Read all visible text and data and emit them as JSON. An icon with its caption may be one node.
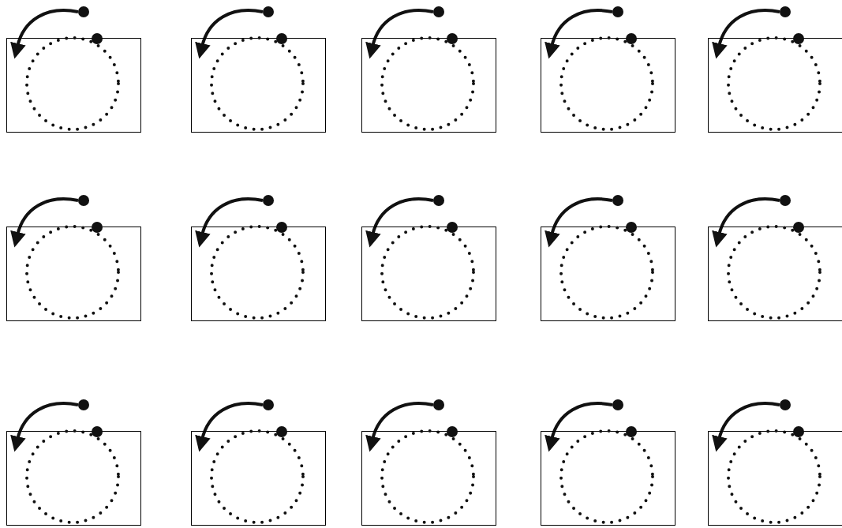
{
  "diagram": {
    "nodes": [
      {
        "text": [],
        "shape": "box"
      },
      {
        "text": [],
        "shape": "circle",
        "in": 0
      },
      {
        "text": [],
        "shape": "circle"
      },
      {
        "text": [],
        "shape": "box"
      },
      {
        "text": [],
        "shape": "circle",
        "in": 3
      },
      {
        "text": [],
        "shape": "circle"
      },
      {
        "text": [],
        "shape": "box"
      },
      {
        "text": [],
        "shape": "circle",
        "in": 6
      },
      {
        "text": [],
        "shape": "circle"
      },
      {
        "text": [],
        "shape": "box"
      },
      {
        "text": [],
        "shape": "circle",
        "in": 9
      },
      {
        "text": [],
        "shape": "circle"
      },
      {
        "text": [],
        "shape": "box"
      },
      {
        "text": [],
        "shape": "circle",
        "in": 12
      },
      {
        "text": [],
        "shape": "circle"
      },
      {
        "text": [],
        "shape": "box"
      },
      {
        "text": [],
        "shape": "circle",
        "in": 15
      },
      {
        "text": [],
        "shape": "circle"
      },
      {
        "text": [],
        "shape": "box"
      },
      {
        "text": [],
        "shape": "circle",
        "in": 18
      },
      {
        "text": [],
        "shape": "circle"
      },
      {
        "text": [],
        "shape": "box"
      },
      {
        "text": [],
        "shape": "circle",
        "in": 21
      },
      {
        "text": [],
        "shape": "circle"
      },
      {
        "text": [],
        "shape": "box"
      },
      {
        "text": [],
        "shape": "circle",
        "in": 24
      },
      {
        "text": [],
        "shape": "circle"
      },
      {
        "text": [],
        "shape": "box"
      },
      {
        "text": [],
        "shape": "circle",
        "in": 27
      },
      {
        "text": [],
        "shape": "circle"
      },
      {
        "text": [],
        "shape": "box"
      },
      {
        "text": [],
        "shape": "circle",
        "in": 30
      },
      {
        "text": [],
        "shape": "circle"
      },
      {
        "text": [],
        "shape": "box"
      },
      {
        "text": [],
        "shape": "circle",
        "in": 33
      },
      {
        "text": [],
        "shape": "circle"
      },
      {
        "text": [],
        "shape": "box"
      },
      {
        "text": [],
        "shape": "circle",
        "in": 36
      },
      {
        "text": [],
        "shape": "circle"
      },
      {
        "text": [],
        "shape": "box"
      },
      {
        "text": [],
        "shape": "circle",
        "in": 39
      },
      {
        "text": [],
        "shape": "circle"
      },
      {
        "text": [],
        "shape": "box"
      },
      {
        "text": [],
        "shape": "circle",
        "in": 42
      },
      {
        "text": [],
        "shape": "circle"
      }
    ],
    "edges": [
      {
        "from": 2,
        "to": 0,
        "arrow": "to"
      },
      {
        "from": 5,
        "to": 3,
        "arrow": "to"
      },
      {
        "from": 8,
        "to": 6,
        "arrow": "to"
      },
      {
        "from": 11,
        "to": 9,
        "arrow": "to"
      },
      {
        "from": 14,
        "to": 12,
        "arrow": "to"
      },
      {
        "from": 17,
        "to": 15,
        "arrow": "to"
      },
      {
        "from": 20,
        "to": 18,
        "arrow": "to"
      },
      {
        "from": 23,
        "to": 21,
        "arrow": "to"
      },
      {
        "from": 26,
        "to": 24,
        "arrow": "to"
      },
      {
        "from": 29,
        "to": 27,
        "arrow": "to"
      },
      {
        "from": 32,
        "to": 30,
        "arrow": "to"
      },
      {
        "from": 35,
        "to": 33,
        "arrow": "to"
      },
      {
        "from": 38,
        "to": 36,
        "arrow": "to"
      },
      {
        "from": 41,
        "to": 39,
        "arrow": "to"
      },
      {
        "from": 44,
        "to": 42,
        "arrow": "to"
      }
    ]
  }
}
